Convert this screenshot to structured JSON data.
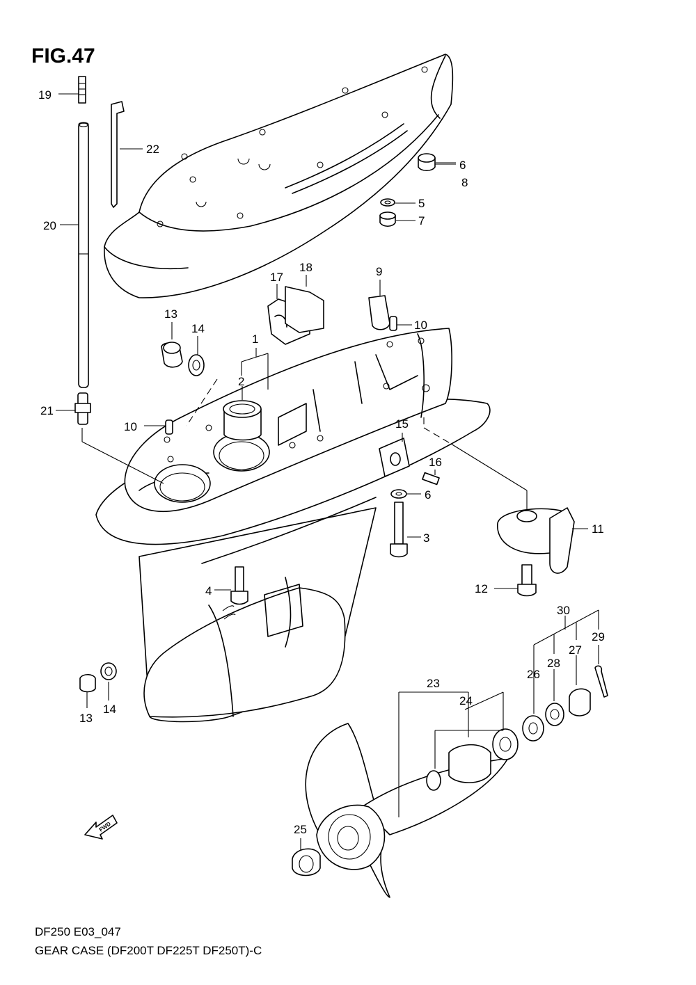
{
  "figure": {
    "title": "FIG.47"
  },
  "footer": {
    "code": "DF250 E03_047",
    "caption": "GEAR CASE (DF200T DF225T DF250T)-C"
  },
  "direction_badge": {
    "label": "FWD"
  },
  "callouts": {
    "c1": "1",
    "c2": "2",
    "c3": "3",
    "c4": "4",
    "c5": "5",
    "c6a": "6",
    "c6b": "6",
    "c7": "7",
    "c8": "8",
    "c9": "9",
    "c10a": "10",
    "c10b": "10",
    "c11": "11",
    "c12": "12",
    "c13a": "13",
    "c13b": "13",
    "c14a": "14",
    "c14b": "14",
    "c15": "15",
    "c16": "16",
    "c17": "17",
    "c18": "18",
    "c19": "19",
    "c20": "20",
    "c21": "21",
    "c22": "22",
    "c23": "23",
    "c24": "24",
    "c25": "25",
    "c26": "26",
    "c27": "27",
    "c28": "28",
    "c29": "29",
    "c30": "30"
  }
}
